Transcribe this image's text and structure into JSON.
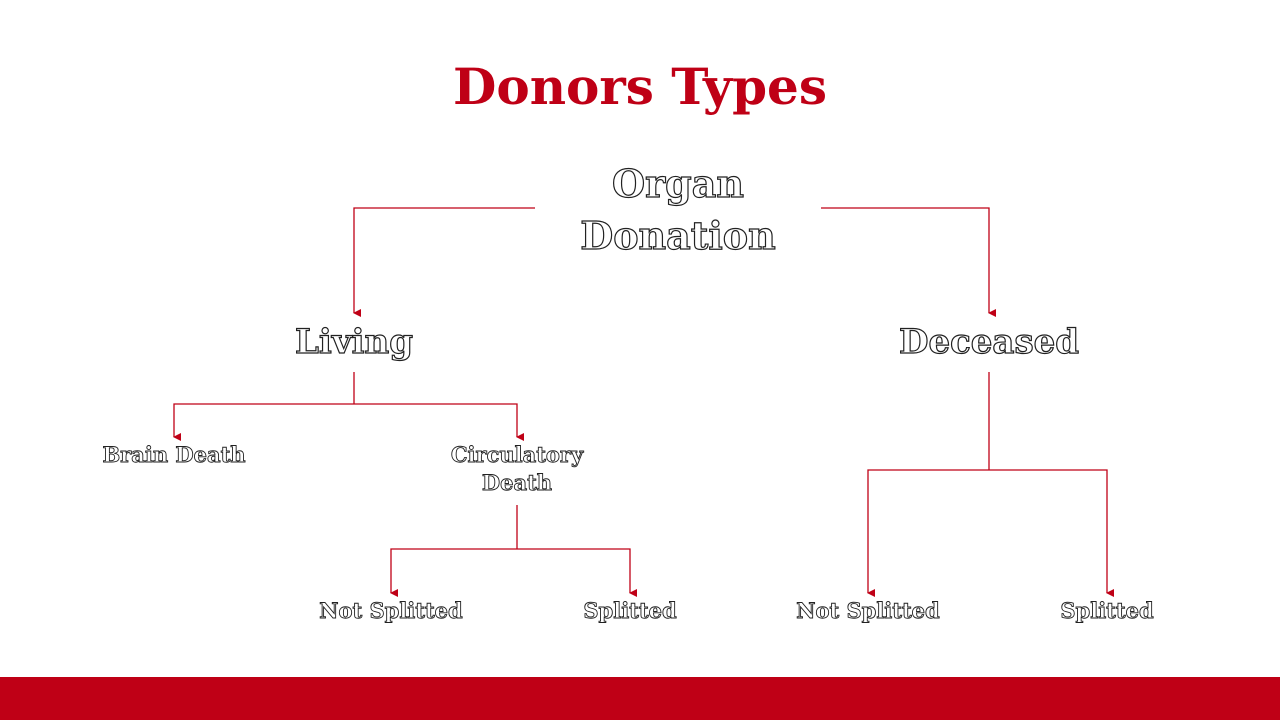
{
  "slide": {
    "title": "Donors Types",
    "accent_color": "#bf0016"
  },
  "diagram": {
    "root": {
      "line1": "Organ",
      "line2": "Donation"
    },
    "living": {
      "label": "Living"
    },
    "deceased": {
      "label": "Deceased"
    },
    "brain_death": {
      "label": "Brain Death"
    },
    "circulatory_death": {
      "line1": "Circulatory",
      "line2": "Death"
    },
    "circulatory_not_splitted": {
      "label": "Not Splitted"
    },
    "circulatory_splitted": {
      "label": "Splitted"
    },
    "deceased_not_splitted": {
      "label": "Not Splitted"
    },
    "deceased_splitted": {
      "label": "Splitted"
    }
  }
}
